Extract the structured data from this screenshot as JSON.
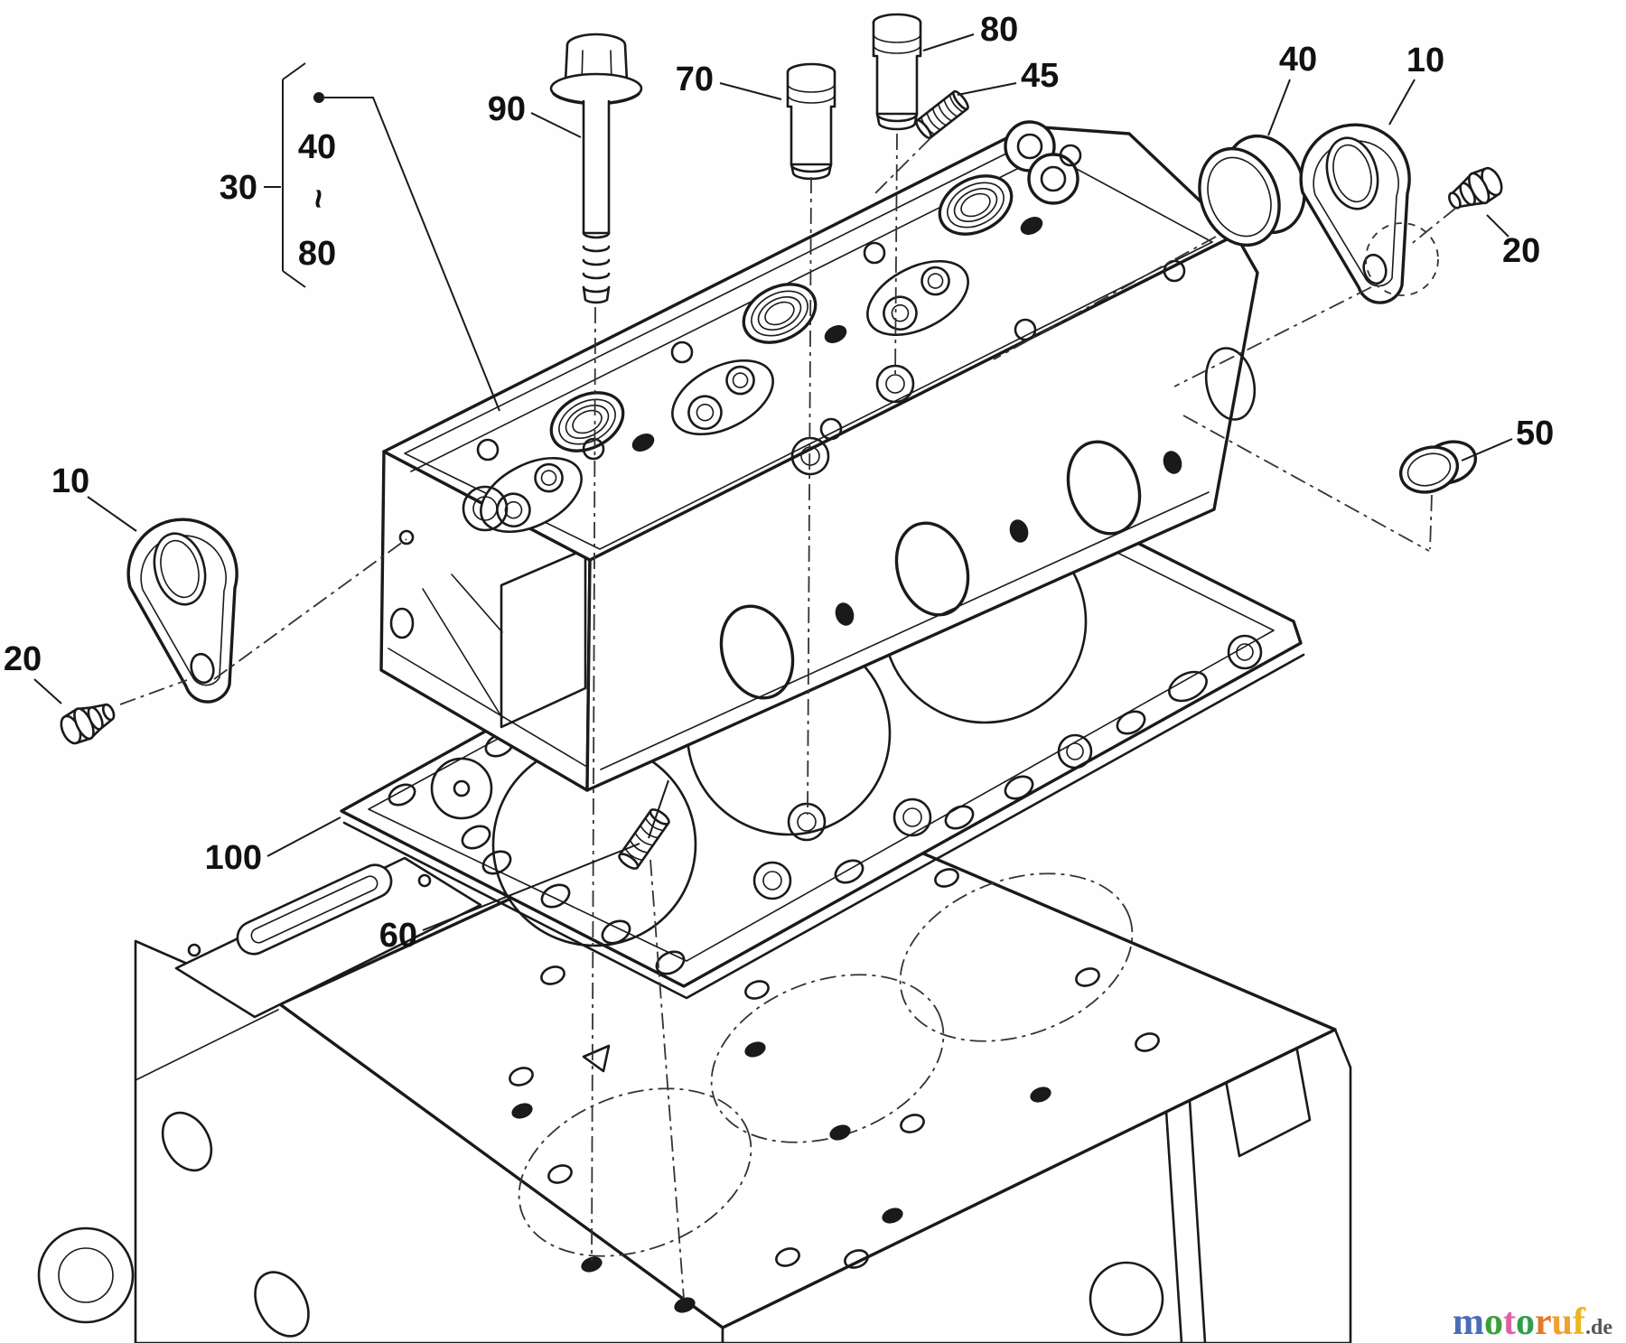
{
  "labels": {
    "l30": "30",
    "l40a": "40",
    "tilde": "~",
    "l80a": "80",
    "l90": "90",
    "l70": "70",
    "l80b": "80",
    "l45": "45",
    "l40b": "40",
    "l10r": "10",
    "l20r": "20",
    "l50": "50",
    "l10l": "10",
    "l20l": "20",
    "l100": "100",
    "l60": "60"
  },
  "logo": {
    "letters": [
      {
        "ch": "m",
        "color": "#4a6db8"
      },
      {
        "ch": "o",
        "color": "#3aa03a"
      },
      {
        "ch": "t",
        "color": "#e060a8"
      },
      {
        "ch": "o",
        "color": "#2e9e4c"
      },
      {
        "ch": "r",
        "color": "#e87828"
      },
      {
        "ch": "u",
        "color": "#f0a030"
      },
      {
        "ch": "f",
        "color": "#edb51e"
      }
    ],
    "suffix": ".de"
  },
  "colors": {
    "line": "#1a1a1a",
    "background": "#fefefe",
    "label": "#111111"
  }
}
